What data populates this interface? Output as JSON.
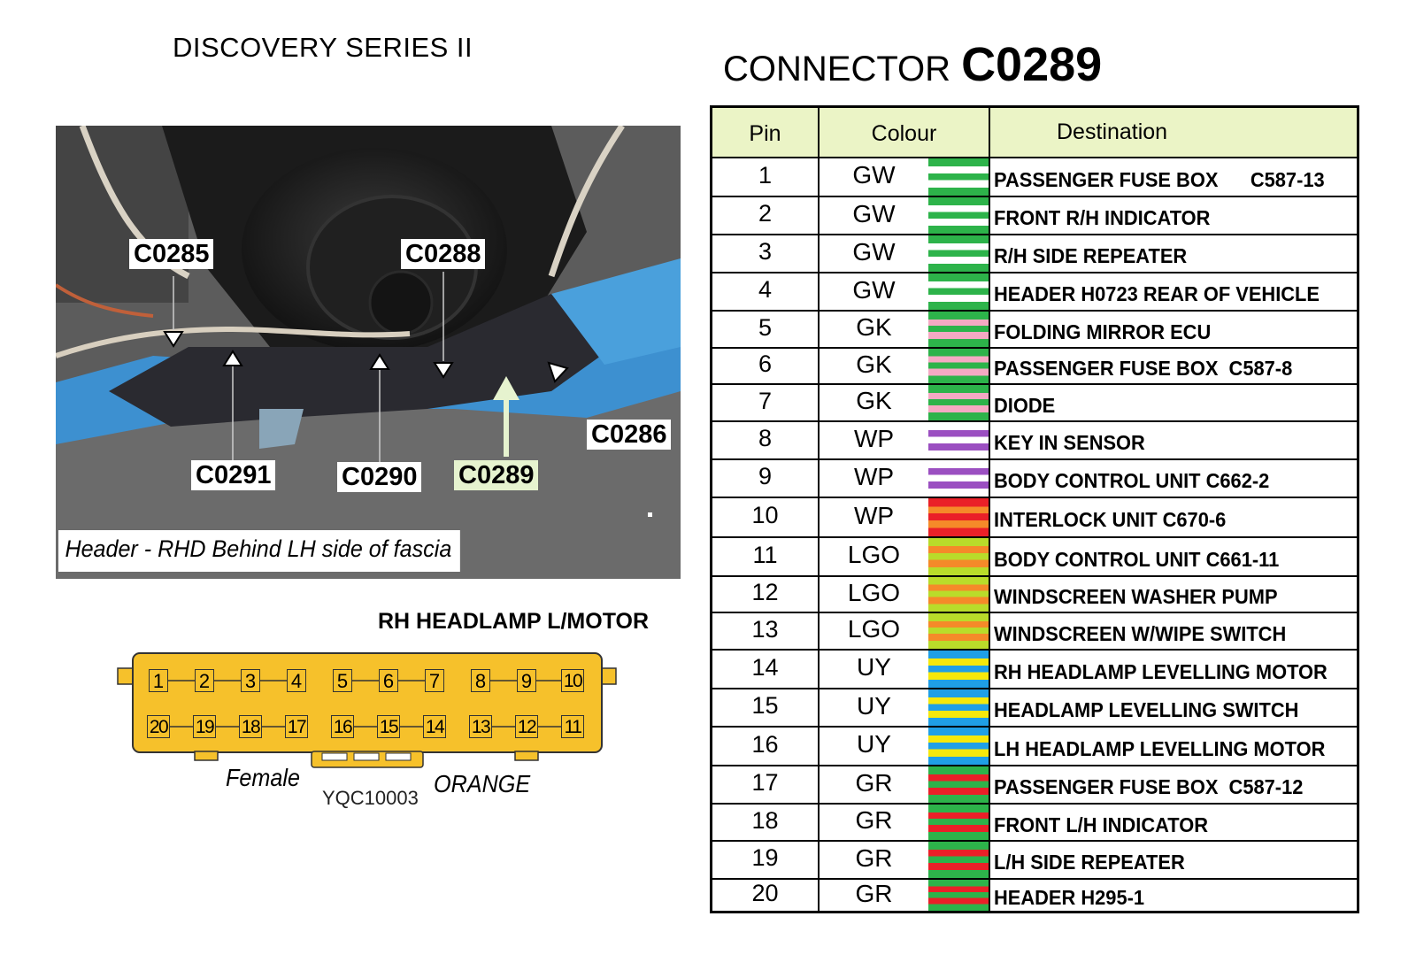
{
  "series_title": "DISCOVERY SERIES II",
  "connector_title": {
    "prefix": "CONNECTOR",
    "id": "C0289"
  },
  "photo": {
    "labels": {
      "c0285": "C0285",
      "c0288": "C0288",
      "c0286": "C0286",
      "c0291": "C0291",
      "c0290": "C0290",
      "c0289": "C0289"
    },
    "caption": "Header - RHD  Behind LH side of fascia"
  },
  "plug": {
    "title": "RH HEADLAMP L/MOTOR",
    "pins_top": [
      "1",
      "2",
      "3",
      "4",
      "5",
      "6",
      "7",
      "8",
      "9",
      "10"
    ],
    "pins_bottom": [
      "20",
      "19",
      "18",
      "17",
      "16",
      "15",
      "14",
      "13",
      "12",
      "11"
    ],
    "female_label": "Female",
    "part_number": "YQC10003",
    "colour_label": "ORANGE",
    "body_color": "#f6c12b"
  },
  "table": {
    "headers": {
      "pin": "Pin",
      "colour": "Colour",
      "destination": "Destination"
    },
    "colors": {
      "G": "#2db34a",
      "W": "#ffffff",
      "K": "#f5a9c3",
      "P": "#9b4fc1",
      "R": "#ea2028",
      "O": "#f58a29",
      "LG": "#b9dc2a",
      "U": "#1f9fe6",
      "Y": "#f5e80b"
    },
    "rows": [
      {
        "pin": "1",
        "colour": "GW",
        "swatch": [
          "G",
          "W"
        ],
        "destination": "PASSENGER FUSE BOX      C587-13"
      },
      {
        "pin": "2",
        "colour": "GW",
        "swatch": [
          "G",
          "W"
        ],
        "destination": "FRONT R/H INDICATOR"
      },
      {
        "pin": "3",
        "colour": "GW",
        "swatch": [
          "G",
          "W"
        ],
        "destination": "R/H SIDE REPEATER"
      },
      {
        "pin": "4",
        "colour": "GW",
        "swatch": [
          "G",
          "W"
        ],
        "destination": "HEADER H0723 REAR OF VEHICLE"
      },
      {
        "pin": "5",
        "colour": "GK",
        "swatch": [
          "G",
          "K"
        ],
        "destination": "FOLDING MIRROR ECU"
      },
      {
        "pin": "6",
        "colour": "GK",
        "swatch": [
          "G",
          "K"
        ],
        "destination": "PASSENGER FUSE BOX  C587-8"
      },
      {
        "pin": "7",
        "colour": "GK",
        "swatch": [
          "G",
          "K"
        ],
        "destination": "DIODE"
      },
      {
        "pin": "8",
        "colour": "WP",
        "swatch": [
          "W",
          "P"
        ],
        "destination": "KEY IN SENSOR"
      },
      {
        "pin": "9",
        "colour": "WP",
        "swatch": [
          "W",
          "P"
        ],
        "destination": "BODY CONTROL UNIT C662-2"
      },
      {
        "pin": "10",
        "colour": "WP",
        "swatch": [
          "R",
          "O"
        ],
        "destination": "INTERLOCK UNIT C670-6"
      },
      {
        "pin": "11",
        "colour": "LGO",
        "swatch": [
          "LG",
          "O"
        ],
        "destination": "BODY CONTROL UNIT C661-11"
      },
      {
        "pin": "12",
        "colour": "LGO",
        "swatch": [
          "LG",
          "O"
        ],
        "destination": "WINDSCREEN WASHER PUMP"
      },
      {
        "pin": "13",
        "colour": "LGO",
        "swatch": [
          "LG",
          "O"
        ],
        "destination": "WINDSCREEN W/WIPE SWITCH"
      },
      {
        "pin": "14",
        "colour": "UY",
        "swatch": [
          "U",
          "Y"
        ],
        "destination": "RH HEADLAMP LEVELLING MOTOR"
      },
      {
        "pin": "15",
        "colour": "UY",
        "swatch": [
          "U",
          "Y"
        ],
        "destination": "HEADLAMP LEVELLING SWITCH"
      },
      {
        "pin": "16",
        "colour": "UY",
        "swatch": [
          "U",
          "Y"
        ],
        "destination": "LH HEADLAMP LEVELLING MOTOR"
      },
      {
        "pin": "17",
        "colour": "GR",
        "swatch": [
          "G",
          "R"
        ],
        "destination": "PASSENGER FUSE BOX  C587-12"
      },
      {
        "pin": "18",
        "colour": "GR",
        "swatch": [
          "G",
          "R"
        ],
        "destination": "FRONT L/H INDICATOR"
      },
      {
        "pin": "19",
        "colour": "GR",
        "swatch": [
          "G",
          "R"
        ],
        "destination": "L/H SIDE REPEATER"
      },
      {
        "pin": "20",
        "colour": "GR",
        "swatch": [
          "G",
          "R"
        ],
        "destination": "HEADER H295-1"
      }
    ]
  }
}
